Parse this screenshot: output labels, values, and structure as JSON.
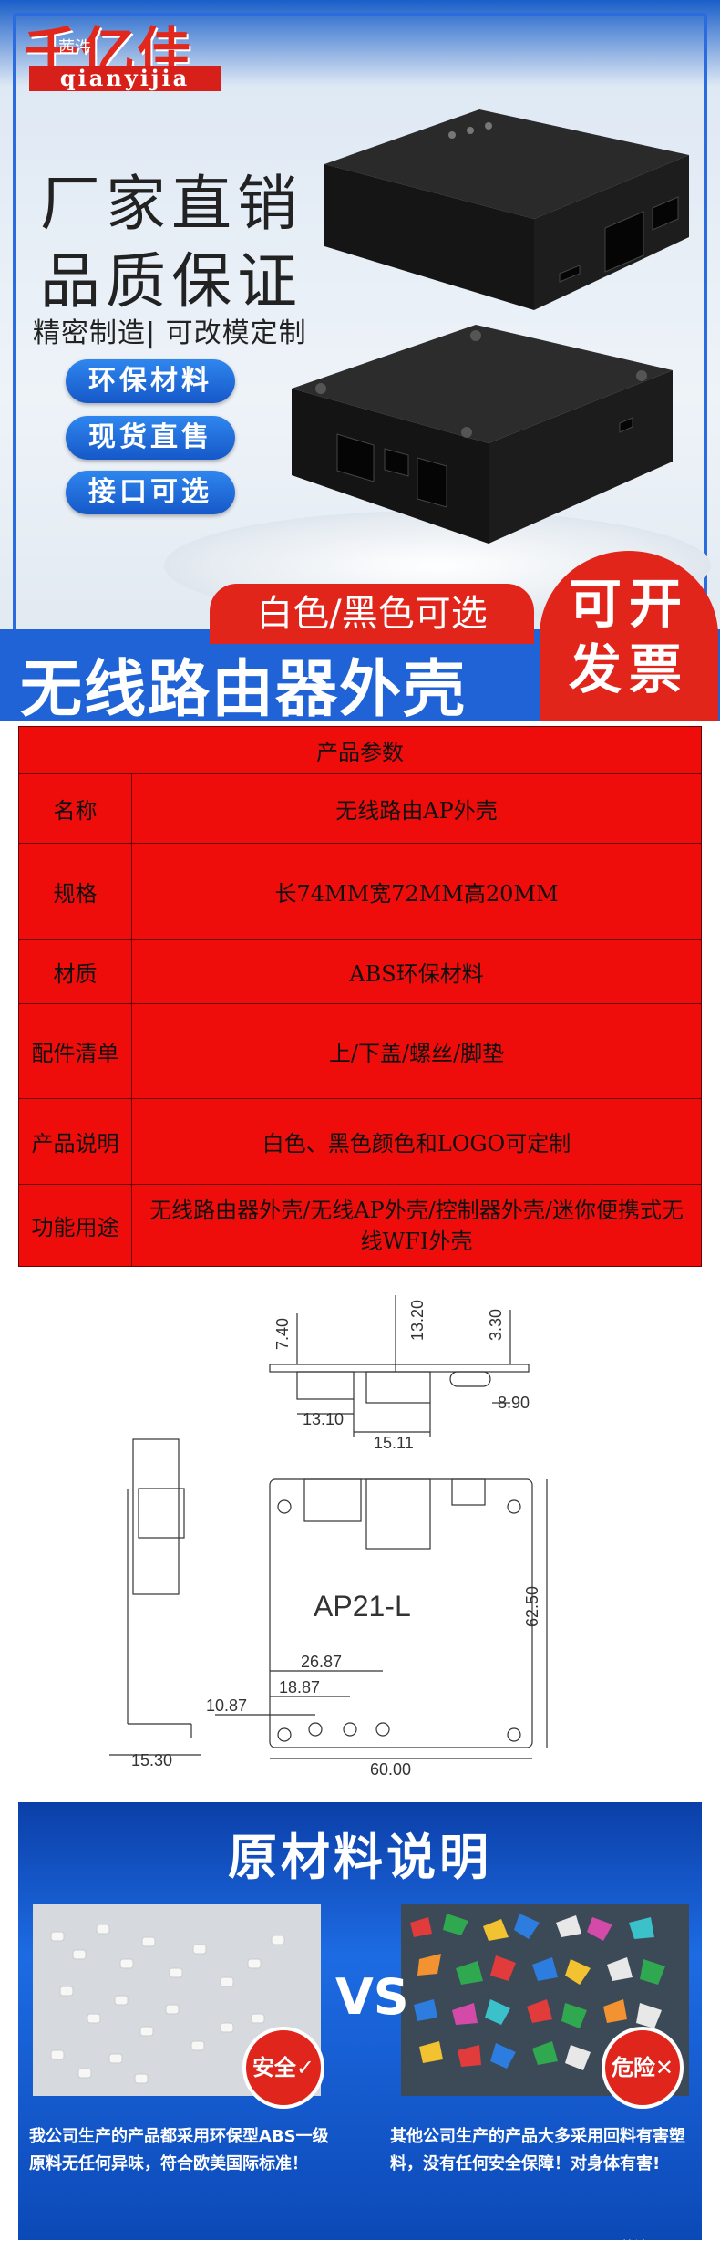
{
  "brand": {
    "name_cn": "千亿佳",
    "name_en": "qianyijia",
    "watermark": "茜汼"
  },
  "hero": {
    "line1": "厂家直销",
    "line2": "品质保证",
    "sub": "精密制造| 可改模定制",
    "pills": [
      "环保材料",
      "现货直售",
      "接口可选"
    ],
    "color_tag": "白色/黑色可选",
    "title": "无线路由器外壳",
    "invoice": [
      "可开",
      "发票"
    ]
  },
  "params": {
    "header": "产品参数",
    "rows": [
      {
        "key": "名称",
        "value": "无线路由AP外壳"
      },
      {
        "key": "规格",
        "value": "长74MM宽72MM高20MM"
      },
      {
        "key": "材质",
        "value": "ABS环保材料"
      },
      {
        "key": "配件清单",
        "value": "上/下盖/螺丝/脚垫"
      },
      {
        "key": "产品说明",
        "value": "白色、黑色颜色和LOGO可定制"
      },
      {
        "key": "功能用途",
        "value": "无线路由器外壳/无线AP外壳/控制器外壳/迷你便携式无线WFI外壳"
      }
    ]
  },
  "drawing": {
    "dims_top": [
      "7.40",
      "13.20",
      "3.30",
      "13.10",
      "15.11",
      "8.90"
    ],
    "model": "AP21-L",
    "dims_main": [
      "62.50",
      "26.87",
      "18.87",
      "10.87",
      "60.00",
      "15.30"
    ]
  },
  "material": {
    "title": "原材料说明",
    "vs": "VS",
    "left_stamp": "安全✓",
    "right_stamp": "危险✕",
    "left_caption": "我公司生产的产品都采用环保型ABS一级原料无任何异味，符合欧美国际标准！",
    "right_caption": "其他公司生产的产品大多采用回料有害塑料，没有任何安全保障！对身体有害!"
  },
  "colors": {
    "brand_red": "#e2251b",
    "brand_blue": "#1f63d6",
    "table_red": "#ee0d0a"
  }
}
